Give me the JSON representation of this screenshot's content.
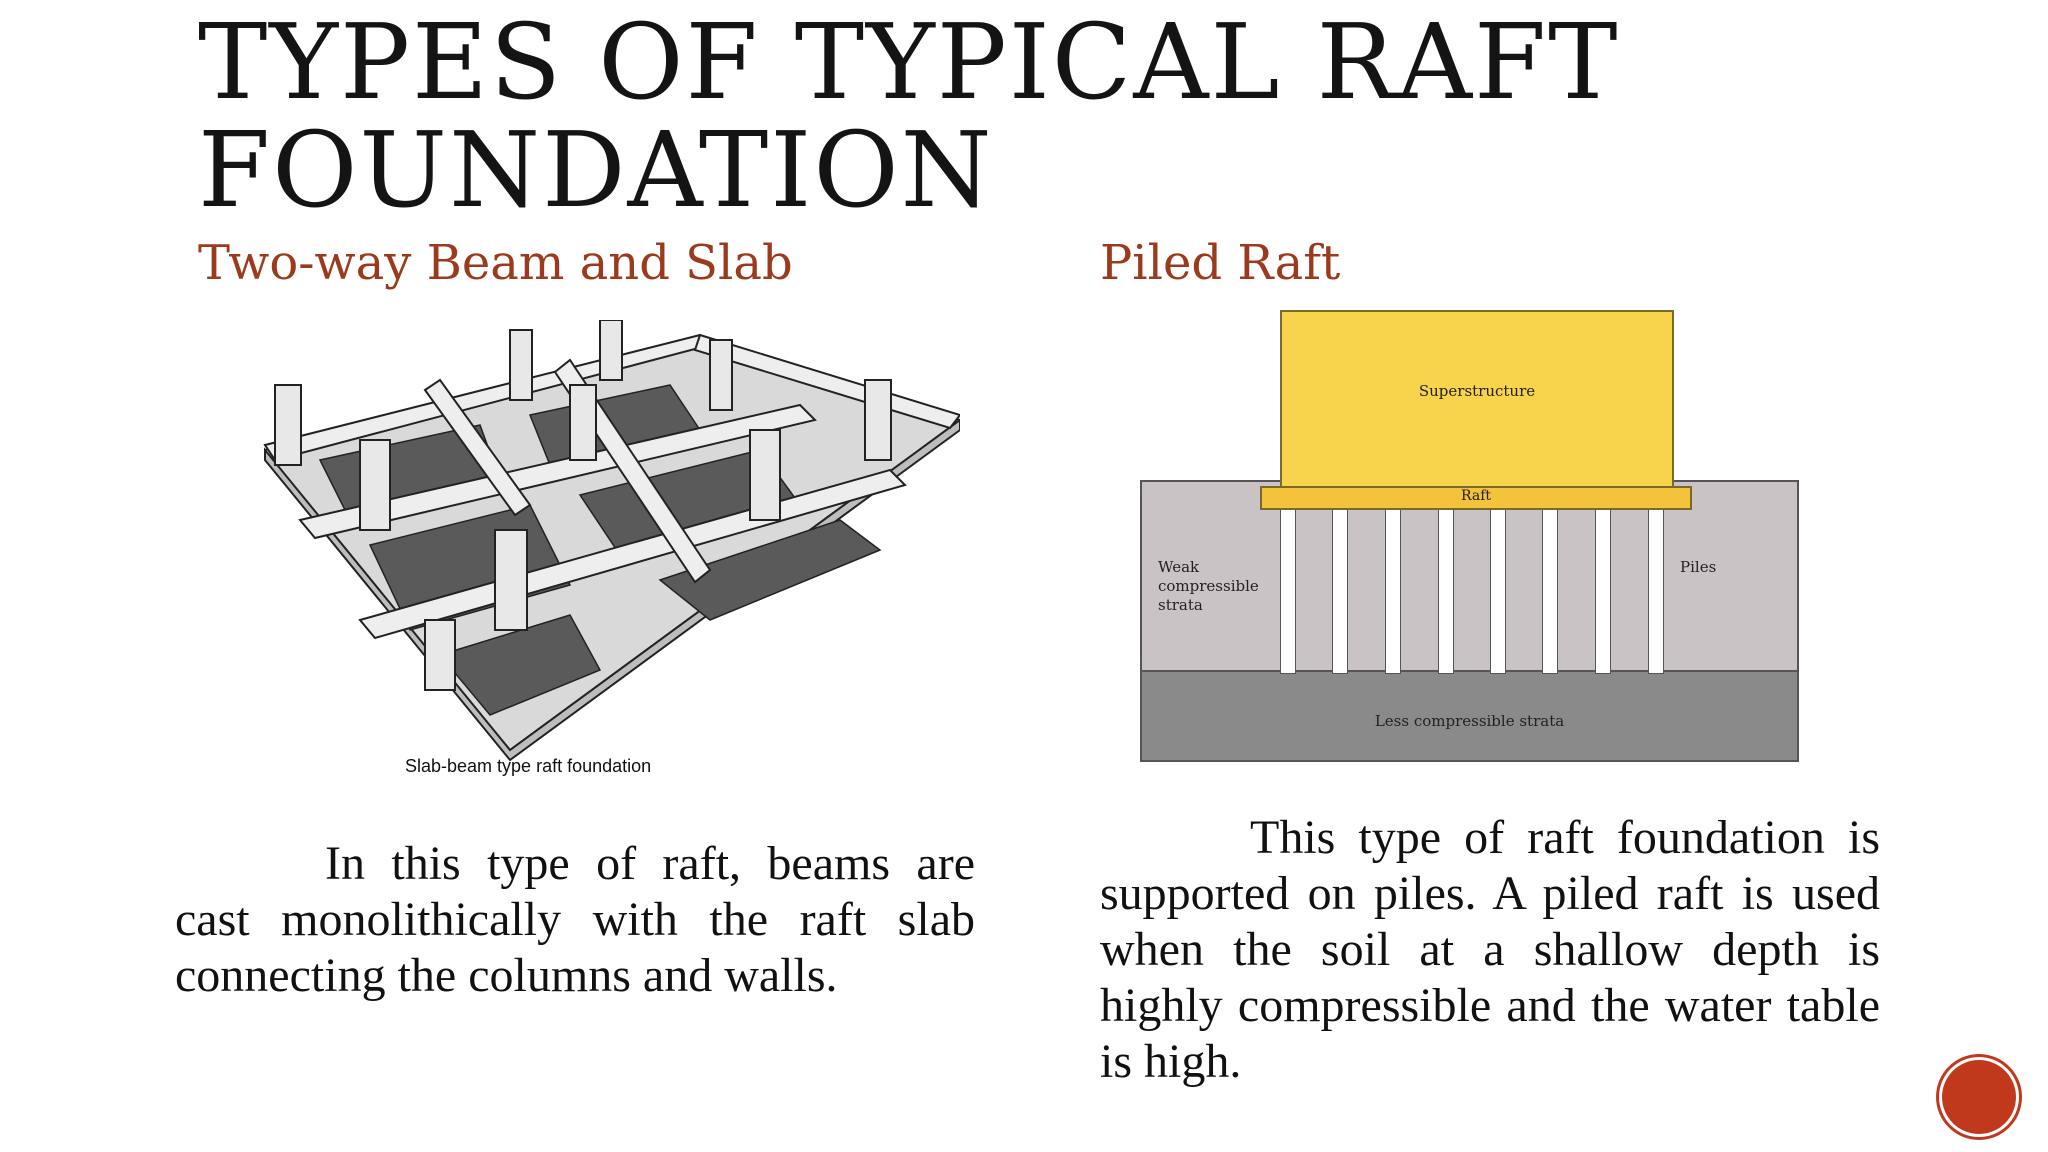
{
  "title": "TYPES OF TYPICAL RAFT FOUNDATION",
  "left": {
    "heading": "Two-way Beam and Slab",
    "figure_caption": "Slab-beam type raft foundation",
    "body": "In this type of raft, beams are cast monolithically with the raft slab connecting the columns and walls."
  },
  "right": {
    "heading": "Piled Raft",
    "figure_labels": {
      "superstructure": "Superstructure",
      "raft": "Raft",
      "weak_strata": [
        "Weak",
        "compressible",
        "strata"
      ],
      "piles": "Piles",
      "less_compressible": "Less compressible strata"
    },
    "body": "This type of raft foundation is supported on piles. A piled raft is used when the soil at a shallow depth is highly compressible and the water table is high."
  },
  "colors": {
    "title": "#141414",
    "heading": "#9b3a1c",
    "superstructure": "#f7d44c",
    "raft": "#f5c23b",
    "weak_soil": "#c9c3c6",
    "strong_soil": "#8a8a8a",
    "nav_circle": "#c0391c"
  }
}
